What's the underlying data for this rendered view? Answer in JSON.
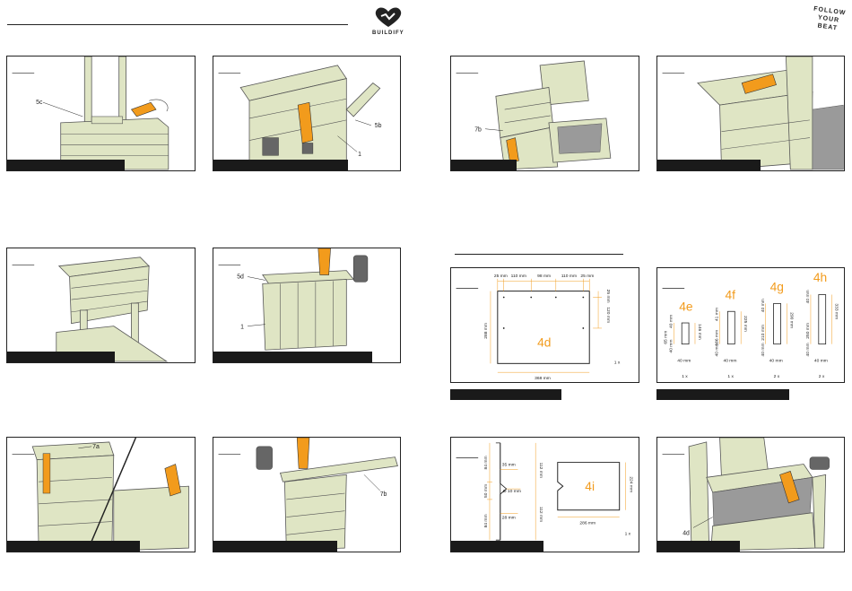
{
  "brand": {
    "name": "BUILDIFY",
    "tagline_lines": [
      "FOLLOW",
      "YOUR",
      "BEAT"
    ]
  },
  "colors": {
    "wood": "#dfe5c4",
    "wood_edge": "#555",
    "accent": "#f29b1c",
    "dark": "#1a1a1a",
    "liner": "#9a9a9a"
  },
  "left_page": {
    "panels": [
      {
        "labels": [
          "5c"
        ]
      },
      {
        "labels": [
          "5b",
          "1"
        ]
      },
      {
        "labels": []
      },
      {
        "labels": [
          "5d",
          "1"
        ]
      },
      {
        "labels": [
          "7a"
        ]
      },
      {
        "labels": [
          "7b"
        ]
      }
    ]
  },
  "right_page": {
    "panels_top": [
      {
        "labels": [
          "7b"
        ]
      },
      {
        "labels": []
      }
    ],
    "cut_4d": {
      "part": "4d",
      "quantity": "1 x",
      "top_dims": [
        "25 mm",
        "110 mm",
        "98 mm",
        "110 mm",
        "25 mm"
      ],
      "right_dims": [
        "25 mm",
        "120 mm"
      ],
      "height": "288 mm",
      "width": "368 mm"
    },
    "cut_strips": [
      {
        "part": "4e",
        "quantity": "1 x",
        "dims": [
          "65 mm",
          "40 mm",
          "40 mm",
          "40 mm",
          "146 mm"
        ]
      },
      {
        "part": "4f",
        "quantity": "1 x",
        "dims": [
          "41 mm",
          "186 mm",
          "40 mm",
          "40 mm",
          "225 mm"
        ]
      },
      {
        "part": "4g",
        "quantity": "2 x",
        "dims": [
          "40 mm",
          "210 mm",
          "40 mm",
          "40 mm",
          "290 mm"
        ]
      },
      {
        "part": "4h",
        "quantity": "2 x",
        "dims": [
          "40 mm",
          "250 mm",
          "40 mm",
          "40 mm",
          "333 mm"
        ]
      }
    ],
    "cut_4i": {
      "part": "4i",
      "quantity": "1 x",
      "left_dims": [
        "84 mm",
        "50 mm",
        "84 mm"
      ],
      "notch_dims": [
        "35 mm",
        "Ø 10 mm",
        "28 mm"
      ],
      "side_dims": [
        "112 mm",
        "112 mm"
      ],
      "shape_height": "224 mm",
      "shape_width": "286 mm"
    },
    "panel_last": {
      "labels": [
        "4d"
      ]
    }
  }
}
